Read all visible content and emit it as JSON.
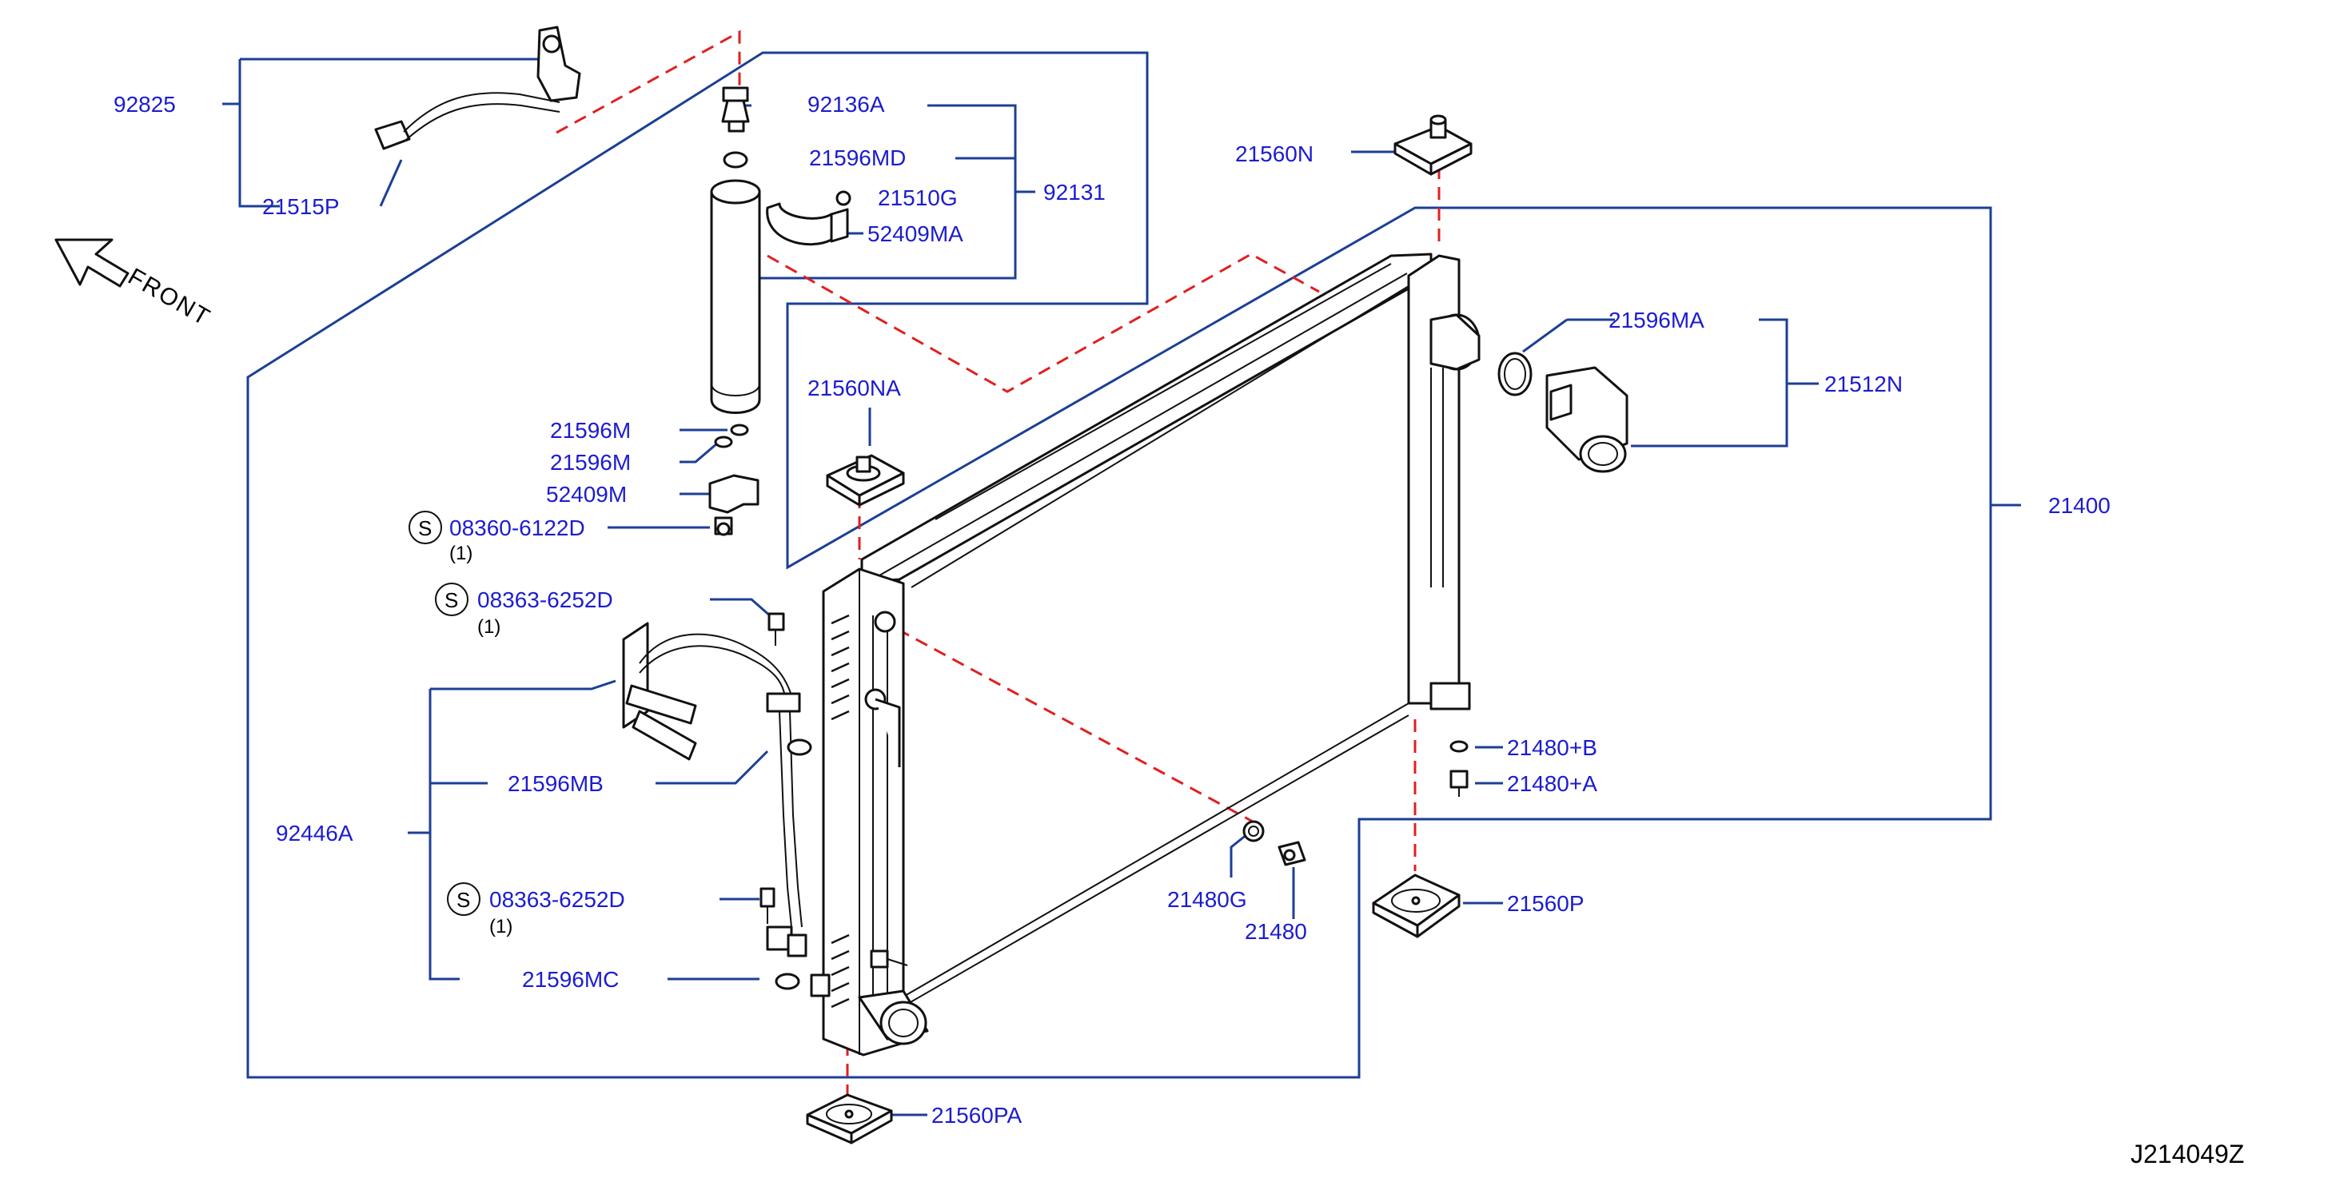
{
  "diagram": {
    "code": "J214049Z",
    "front_label": "FRONT",
    "labels": {
      "p92825": "92825",
      "p21515P": "21515P",
      "p92136A": "92136A",
      "p21596MD": "21596MD",
      "p21510G": "21510G",
      "p52409MA": "52409MA",
      "p92131": "92131",
      "p21560N": "21560N",
      "p21596MA": "21596MA",
      "p21512N": "21512N",
      "p21560NA": "21560NA",
      "p21596M_a": "21596M",
      "p21596M_b": "21596M",
      "p52409M": "52409M",
      "p08360_6122D": "08360-6122D",
      "p08363_6252D_a": "08363-6252D",
      "p08363_6252D_b": "08363-6252D",
      "p21400": "21400",
      "p21480B": "21480+B",
      "p21480A": "21480+A",
      "p21596MB": "21596MB",
      "p92446A": "92446A",
      "p21480G": "21480G",
      "p21480": "21480",
      "p21560P": "21560P",
      "p21596MC": "21596MC",
      "p21560PA": "21560PA"
    },
    "qty_labels": {
      "q1": "(1)",
      "q2": "(1)",
      "q3": "(1)"
    },
    "s_symbol": "S",
    "colors": {
      "label_text": "#1c1ccf",
      "leader_line": "#1c3f95",
      "dashed_line": "#e02020",
      "part_outline": "#111111"
    }
  }
}
